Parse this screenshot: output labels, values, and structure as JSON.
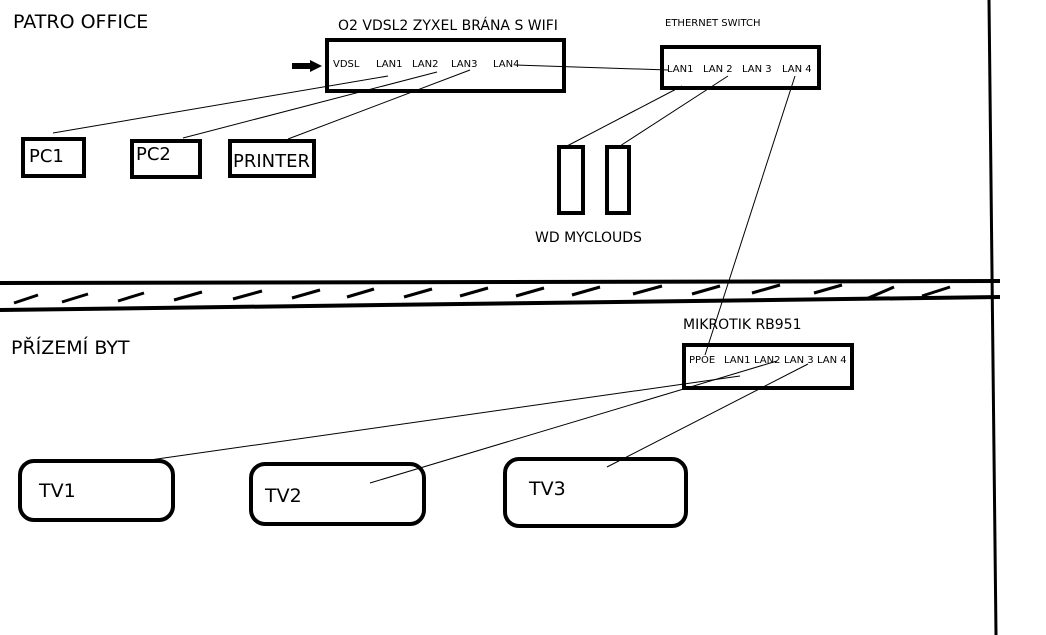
{
  "zones": {
    "upper": "PATRO OFFICE",
    "lower": "PŘÍZEMÍ BYT"
  },
  "zyxel": {
    "title": "O2 VDSL2 ZYXEL BRÁNA S WIFI",
    "ports": [
      "VDSL",
      "LAN1",
      "LAN2",
      "LAN3",
      "LAN4"
    ]
  },
  "switch": {
    "title": "ETHERNET SWITCH",
    "ports": [
      "LAN1",
      "LAN 2",
      "LAN 3",
      "LAN 4"
    ]
  },
  "devices": {
    "pc1": "PC1",
    "pc2": "PC2",
    "printer": "PRINTER",
    "wd": "WD MYCLOUDS"
  },
  "mikrotik": {
    "title": "MIKROTIK RB951",
    "ports": [
      "PPOE",
      "LAN1",
      "LAN2",
      "LAN 3",
      "LAN 4"
    ]
  },
  "tvs": [
    "TV1",
    "TV2",
    "TV3"
  ]
}
